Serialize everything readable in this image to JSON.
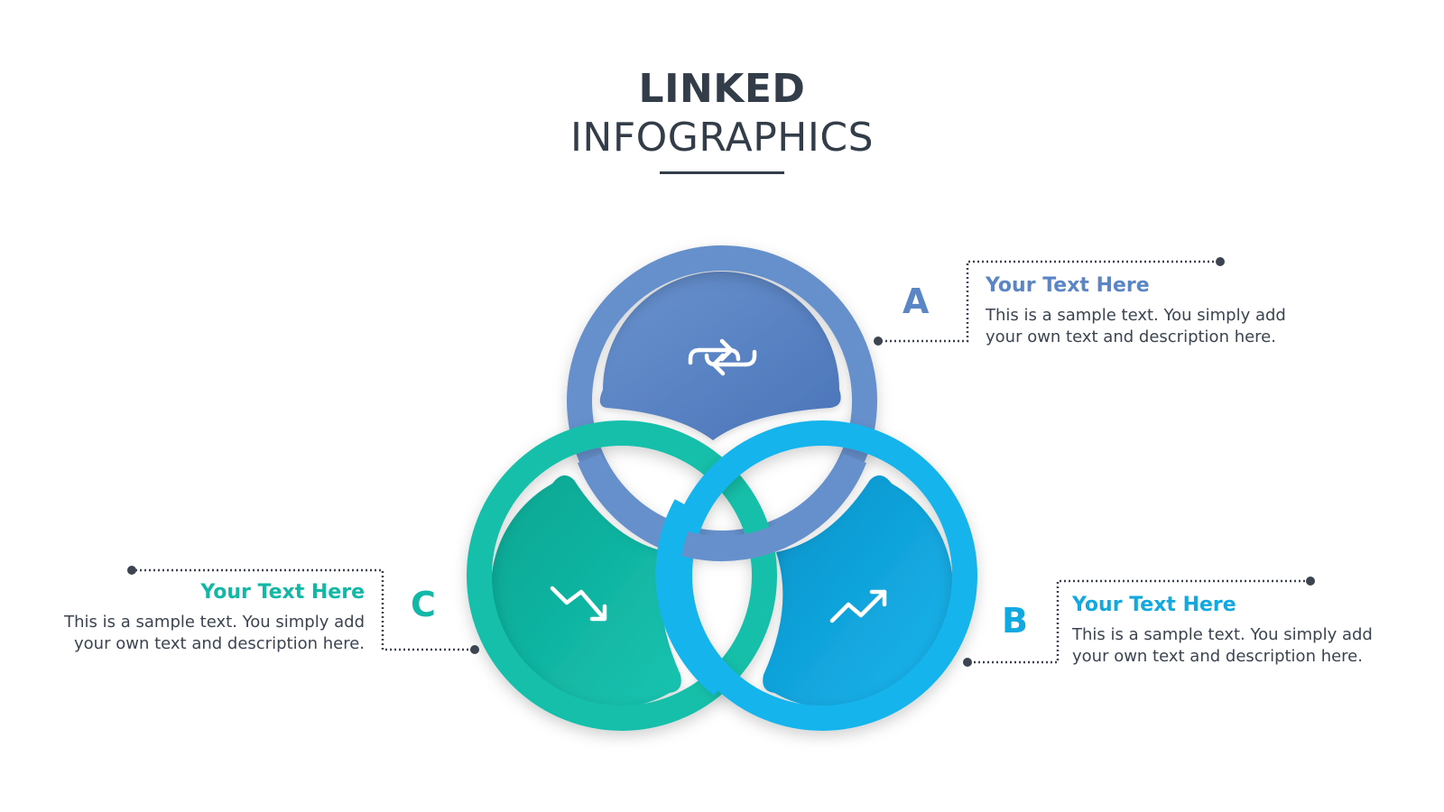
{
  "title": {
    "line1": "LINKED",
    "line2": "INFOGRAPHICS"
  },
  "items": {
    "a": {
      "letter": "A",
      "heading": "Your Text Here",
      "body_line1": "This is a sample text. You simply add",
      "body_line2": "your own text and description here.",
      "color": "#5b86c6",
      "icon": "repeat-icon"
    },
    "b": {
      "letter": "B",
      "heading": "Your Text Here",
      "body_line1": "This is a sample text. You simply add",
      "body_line2": "your own text and description here.",
      "color": "#12a9e0",
      "icon": "trending-up-icon"
    },
    "c": {
      "letter": "C",
      "heading": "Your Text Here",
      "body_line1": "This is a sample text. You simply add",
      "body_line2": "your own text and description here.",
      "color": "#12b8a6",
      "icon": "trending-down-icon"
    }
  },
  "colors": {
    "title": "#333d49",
    "text": "#3b4450",
    "connector": "#3b4450"
  }
}
